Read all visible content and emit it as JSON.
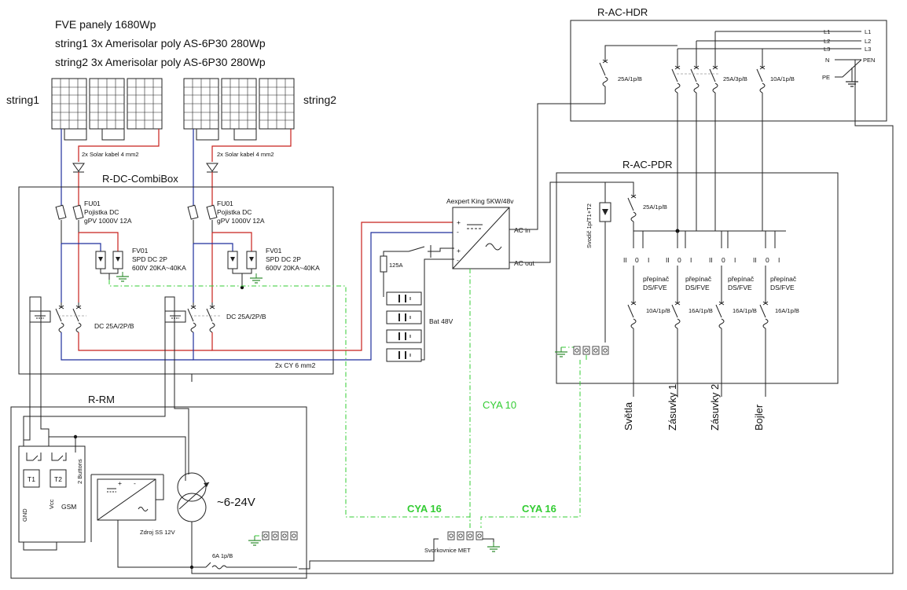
{
  "header": {
    "line1": "FVE panely 1680Wp",
    "line2": "string1   3x Amerisolar poly AS-6P30 280Wp",
    "line3": "string2   3x Amerisolar poly AS-6P30 280Wp"
  },
  "strings": {
    "s1": "string1",
    "s2": "string2"
  },
  "solar_cable_1": "2x Solar kabel 4 mm2",
  "solar_cable_2": "2x Solar kabel 4 mm2",
  "combibox": {
    "title": "R-DC-CombiBox",
    "fuse_a": {
      "id": "FU01",
      "name": "Pojistka DC",
      "rating": "gPV 1000V 12A"
    },
    "fuse_b": {
      "id": "FU01",
      "name": "Pojistka DC",
      "rating": "gPV 1000V 12A"
    },
    "spd_a": {
      "id": "FV01",
      "name": "SPD DC 2P",
      "rating": "600V 20KA~40KA"
    },
    "spd_b": {
      "id": "FV01",
      "name": "SPD DC 2P",
      "rating": "600V 20KA~40KA"
    },
    "breaker_a": "DC 25A/2P/B",
    "breaker_b": "DC 25A/2P/B",
    "cable": "2x CY 6 mm2"
  },
  "inverter": {
    "name": "Aexpert King 5KW/48v",
    "ac_in": "AC in",
    "ac_out": "AC out"
  },
  "battery": {
    "fuse": "125A",
    "label": "Bat 48V"
  },
  "hdr": {
    "title": "R-AC-HDR",
    "phases": [
      "L1",
      "L2",
      "L3"
    ],
    "n": "N",
    "pen": "PEN",
    "pe": "PE",
    "b1": "25A/1p/B",
    "b2": "25A/3p/B",
    "b3": "10A/1p/B"
  },
  "pdr": {
    "title": "R-AC-PDR",
    "svodic": "Svodič 1p/T1+T2",
    "main": "25A/1p/B",
    "switch_label_1": "přepínač",
    "switch_label_2": "DS/FVE",
    "positions": [
      "II",
      "0",
      "I"
    ],
    "breakers": [
      "10A/1p/B",
      "16A/1p/B",
      "16A/1p/B",
      "16A/1p/B"
    ],
    "outputs": [
      "Světla",
      "Zásuvky 1",
      "Zásuvky 2",
      "Bojler"
    ]
  },
  "rm": {
    "title": "R-RM",
    "t1": "T1",
    "t2": "T2",
    "buttons": "2 Buttons",
    "gnd": "GND",
    "vcc": "Vcc",
    "gsm": "GSM",
    "psu": "Zdroj SS 12V",
    "trafo": "~6-24V",
    "breaker": "6A 1p/B"
  },
  "cables": {
    "cya10": "CYA 10",
    "cya16_a": "CYA 16",
    "cya16_b": "CYA 16"
  },
  "met": "Svorkovnice MET"
}
